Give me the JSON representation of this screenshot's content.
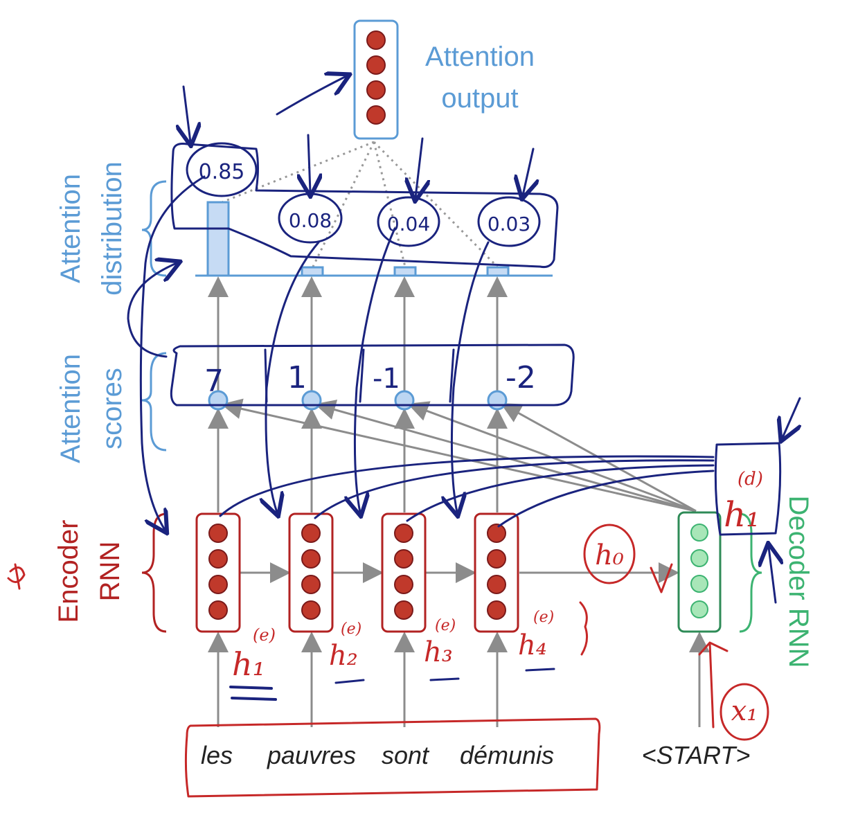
{
  "labels": {
    "attention_output": [
      "Attention",
      "output"
    ],
    "attention_distribution": [
      "Attention",
      "distribution"
    ],
    "attention_scores": [
      "Attention",
      "scores"
    ],
    "encoder_rnn": [
      "Encoder",
      "RNN"
    ],
    "decoder_rnn": "Decoder RNN"
  },
  "source_words": [
    "les",
    "pauvres",
    "sont",
    "démunis"
  ],
  "decoder_input": "<START>",
  "handwritten": {
    "scores": [
      "7",
      "1",
      "-1",
      "-2"
    ],
    "probabilities": [
      "0.85",
      "0.08",
      "0.04",
      "0.03"
    ],
    "encoder_states": [
      "h₁",
      "h₂",
      "h₃",
      "h₄"
    ],
    "encoder_superscript": "(e)",
    "decoder_state": "h₁",
    "decoder_superscript": "(d)",
    "h0": "h₀",
    "x1": "x₁"
  },
  "colors": {
    "attention_blue": "#5b9bd5",
    "encoder_red": "#b22222",
    "decoder_green": "#3cb371",
    "pen_ink": "#1a237e",
    "pen_red": "#c62828"
  }
}
